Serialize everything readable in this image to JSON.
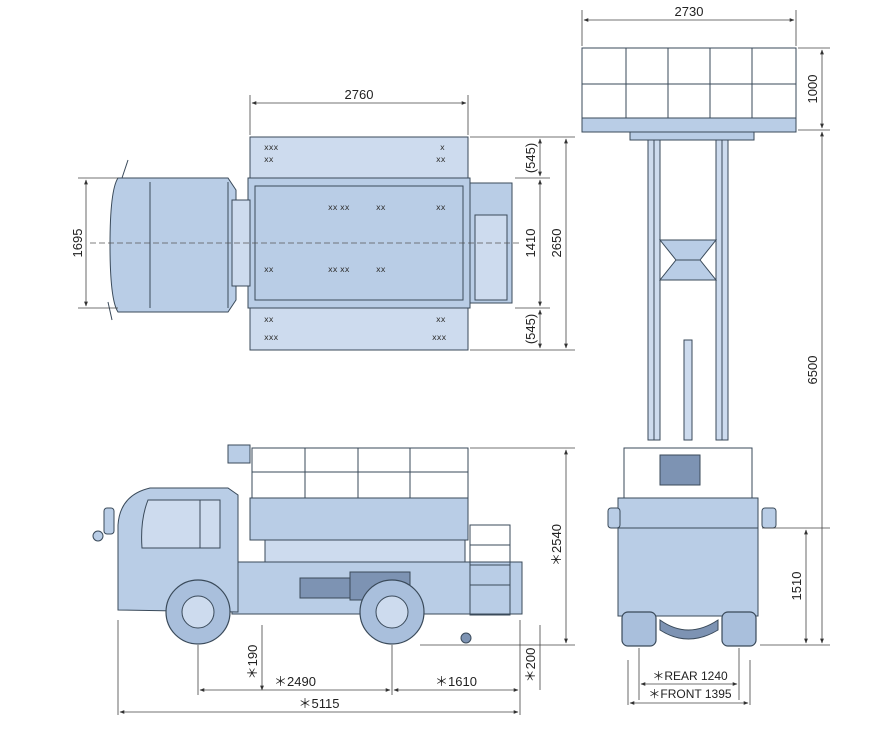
{
  "dimensions": {
    "top_width_platform": "2760",
    "truck_width": "1695",
    "side_ext_top": "(545)",
    "center_width": "1410",
    "total_width": "2650",
    "side_ext_bottom": "(545)",
    "rear_width": "2730",
    "platform_height": "1000",
    "max_height": "6500",
    "stowed_height": "＊2540",
    "ground_clearance": "＊190",
    "wheelbase": "＊2490",
    "rear_overhang": "＊1610",
    "rear_clearance": "＊200",
    "overall_length": "＊5115",
    "deck_height": "1510",
    "tread_rear": "＊REAR 1240",
    "tread_front": "＊FRONT 1395"
  },
  "colors": {
    "body": "#b9cde6",
    "outline": "#3a4a5a"
  }
}
